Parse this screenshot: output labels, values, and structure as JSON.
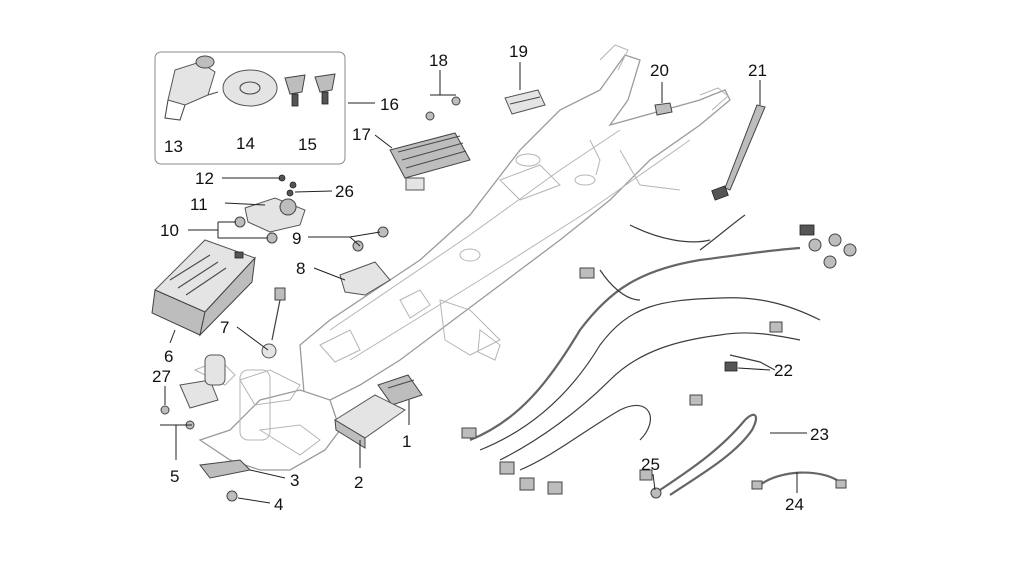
{
  "diagram": {
    "callouts": [
      {
        "id": "c1",
        "label": "1"
      },
      {
        "id": "c2",
        "label": "2"
      },
      {
        "id": "c3",
        "label": "3"
      },
      {
        "id": "c4",
        "label": "4"
      },
      {
        "id": "c5",
        "label": "5"
      },
      {
        "id": "c6",
        "label": "6"
      },
      {
        "id": "c7",
        "label": "7"
      },
      {
        "id": "c8",
        "label": "8"
      },
      {
        "id": "c9",
        "label": "9"
      },
      {
        "id": "c10",
        "label": "10"
      },
      {
        "id": "c11",
        "label": "11"
      },
      {
        "id": "c12",
        "label": "12"
      },
      {
        "id": "c13",
        "label": "13"
      },
      {
        "id": "c14",
        "label": "14"
      },
      {
        "id": "c15",
        "label": "15"
      },
      {
        "id": "c16",
        "label": "16"
      },
      {
        "id": "c17",
        "label": "17"
      },
      {
        "id": "c18",
        "label": "18"
      },
      {
        "id": "c19",
        "label": "19"
      },
      {
        "id": "c20",
        "label": "20"
      },
      {
        "id": "c21",
        "label": "21"
      },
      {
        "id": "c22",
        "label": "22"
      },
      {
        "id": "c23",
        "label": "23"
      },
      {
        "id": "c24",
        "label": "24"
      },
      {
        "id": "c25",
        "label": "25"
      },
      {
        "id": "c26",
        "label": "26"
      },
      {
        "id": "c27",
        "label": "27"
      }
    ],
    "colors": {
      "background": "#ffffff",
      "line": "#4a4a4a",
      "text": "#111111"
    }
  }
}
